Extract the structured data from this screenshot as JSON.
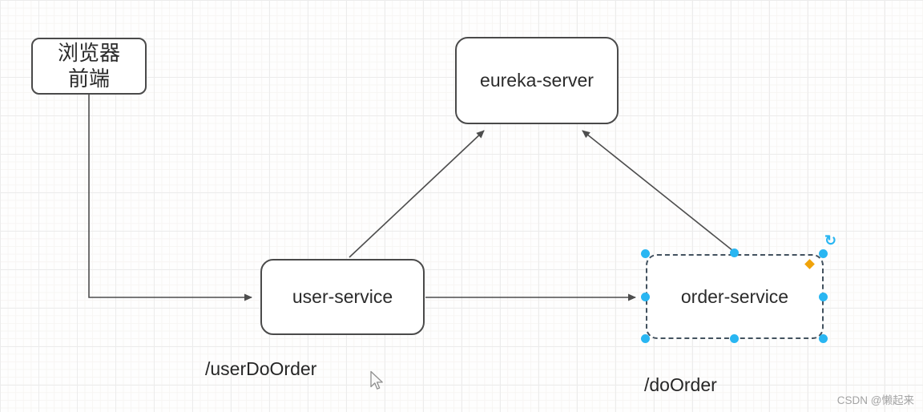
{
  "app": {
    "description": "diagram-editor-canvas"
  },
  "nodes": {
    "browser": {
      "label": "浏览器\n前端"
    },
    "eureka": {
      "label": "eureka-server"
    },
    "user": {
      "label": "user-service"
    },
    "order": {
      "label": "order-service",
      "selected": true
    }
  },
  "edges": [
    {
      "from": "browser-frontend",
      "to": "user-service",
      "shape": "elbow"
    },
    {
      "from": "user-service",
      "to": "order-service",
      "shape": "straight"
    },
    {
      "from": "user-service",
      "to": "eureka-server",
      "shape": "straight"
    },
    {
      "from": "order-service",
      "to": "eureka-server",
      "shape": "straight"
    }
  ],
  "labels": {
    "user_do_order": "/userDoOrder",
    "do_order": "/doOrder"
  },
  "watermark": "CSDN @懒起来",
  "icons": {
    "rotate": "↻",
    "selection_handle": "circle",
    "style_marker": "diamond",
    "cursor": "pointer-arrow"
  },
  "colors": {
    "selection_blue": "#29b6f2",
    "node_border": "#4a4a4a",
    "edge_stroke": "#4d4d4d",
    "marker_orange": "#f0a30a",
    "watermark_gray": "#a3a3a3"
  }
}
